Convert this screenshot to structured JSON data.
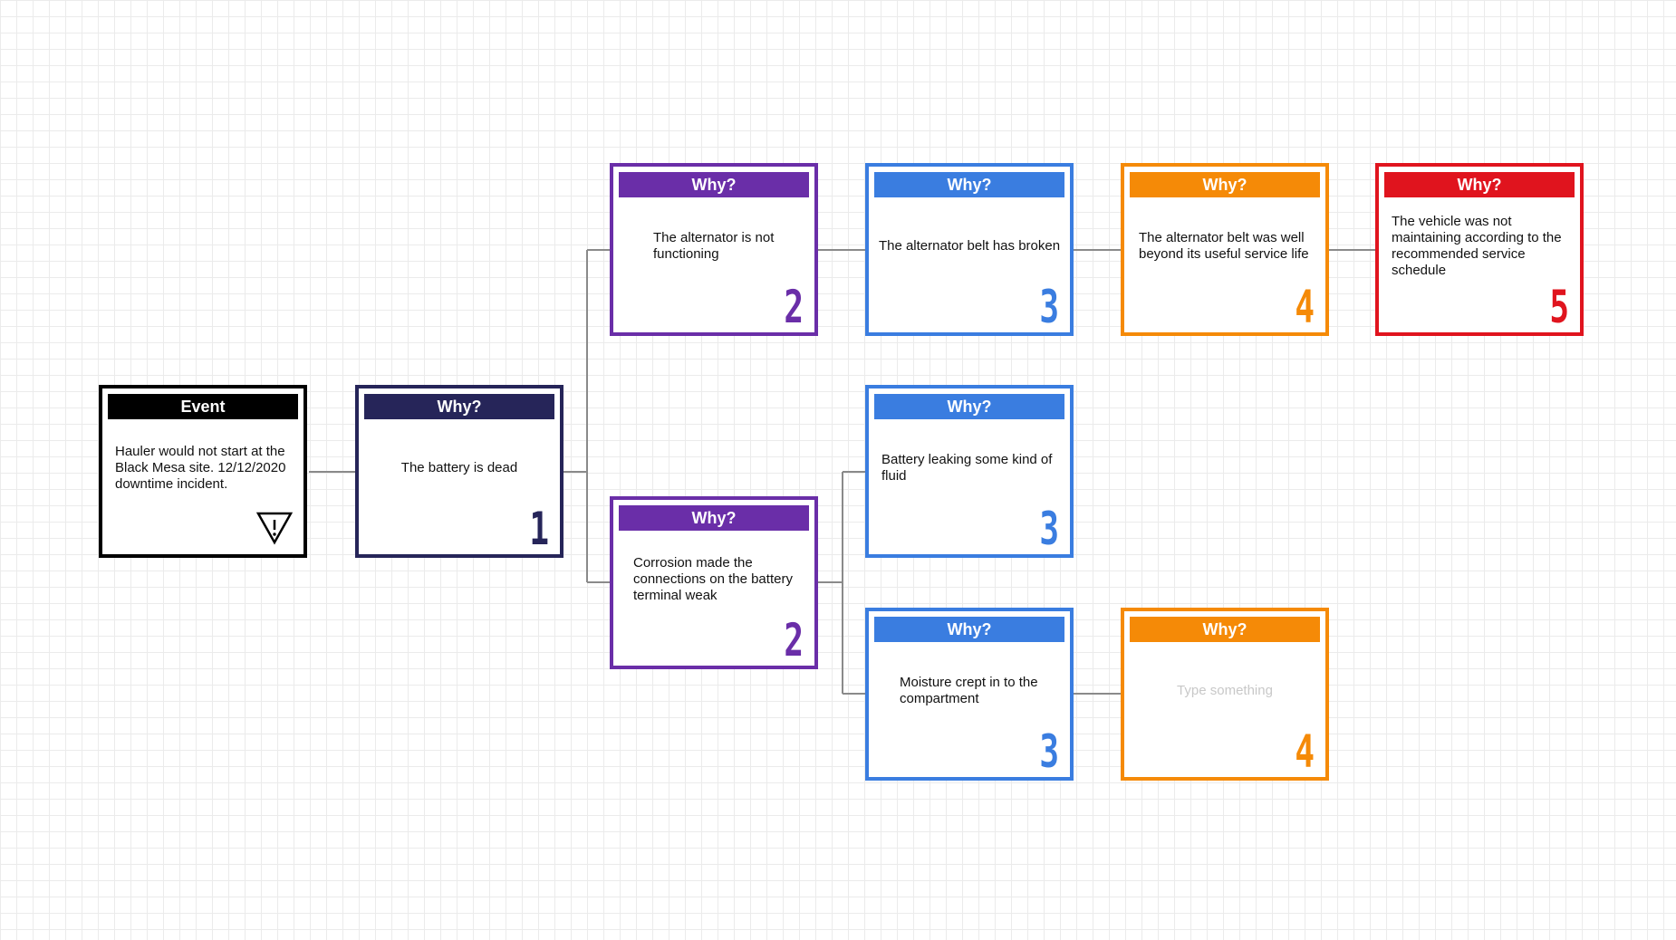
{
  "colors": {
    "event": "#000000",
    "level1": "#262559",
    "level2": "#6a2ea8",
    "level3": "#3a7de0",
    "level4": "#f58a07",
    "level5": "#e0141e",
    "connector": "#8a8a8a"
  },
  "event": {
    "header": "Event",
    "text": "Hauler would not start at the Black Mesa site. 12/12/2020 downtime incident.",
    "icon": "warning-triangle-icon"
  },
  "whys": [
    {
      "id": "w1",
      "header": "Why?",
      "text": "The battery is dead",
      "level": "1"
    },
    {
      "id": "w2a",
      "header": "Why?",
      "text": "The alternator is not functioning",
      "level": "2"
    },
    {
      "id": "w2b",
      "header": "Why?",
      "text": "Corrosion made the connections on the battery terminal weak",
      "level": "2"
    },
    {
      "id": "w3a",
      "header": "Why?",
      "text": "The alternator belt has broken",
      "level": "3"
    },
    {
      "id": "w3b",
      "header": "Why?",
      "text": "Battery leaking some kind of fluid",
      "level": "3"
    },
    {
      "id": "w3c",
      "header": "Why?",
      "text": "Moisture crept in to the compartment",
      "level": "3"
    },
    {
      "id": "w4a",
      "header": "Why?",
      "text": "The alternator belt was well beyond its useful service life",
      "level": "4"
    },
    {
      "id": "w4b",
      "header": "Why?",
      "placeholder": "Type something",
      "level": "4"
    },
    {
      "id": "w5a",
      "header": "Why?",
      "text": "The vehicle was not maintaining according to the recommended service schedule",
      "level": "5"
    }
  ]
}
